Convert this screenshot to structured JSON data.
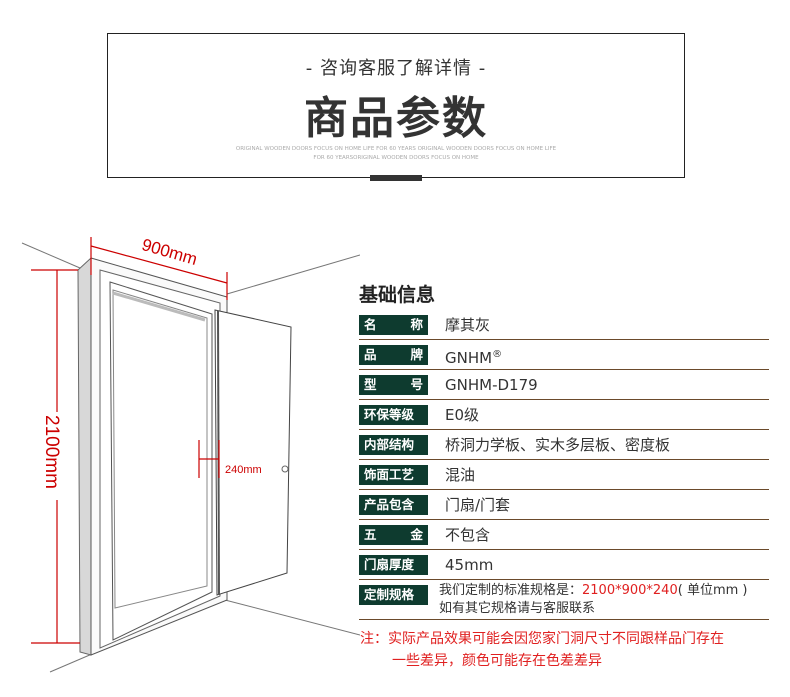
{
  "header": {
    "subtitle": "- 咨询客服了解详情 -",
    "title": "商品参数",
    "english_line1": "ORIGINAL WOODEN DOORS FOCUS ON HOME LIFE FOR 60 YEARS ORIGINAL WOODEN DOORS FOCUS ON HOME LIFE",
    "english_line2": "FOR 60 YEARSORIGINAL WOODEN DOORS FOCUS ON HOME"
  },
  "diagram": {
    "width_label": "900mm",
    "height_label": "2100mm",
    "depth_label": "240mm",
    "accent": "#cc0000"
  },
  "info": {
    "title": "基础信息",
    "rows": [
      {
        "label": [
          "名",
          "称"
        ],
        "value": "摩其灰"
      },
      {
        "label": [
          "品",
          "牌"
        ],
        "value": "GNHM",
        "sup": "®"
      },
      {
        "label": [
          "型",
          "号"
        ],
        "value": "GNHM-D179"
      },
      {
        "label": [
          "环保等级"
        ],
        "value": "E0级"
      },
      {
        "label": [
          "内部结构"
        ],
        "value": "桥洞力学板、实木多层板、密度板"
      },
      {
        "label": [
          "饰面工艺"
        ],
        "value": "混油"
      },
      {
        "label": [
          "产品包含"
        ],
        "value": "门扇/门套"
      },
      {
        "label": [
          "五",
          "金"
        ],
        "value": "不包含"
      },
      {
        "label": [
          "门扇厚度"
        ],
        "value": "45mm"
      }
    ],
    "custom": {
      "label": "定制规格",
      "prefix": "我们定制的标准规格是：",
      "size": "2100*900*240",
      "unit": "( 单位mm )",
      "line2": "如有其它规格请与客服联系"
    },
    "note_line1": "注：实际产品效果可能会因您家门洞尺寸不同跟样品门存在",
    "note_line2": "一些差异，颜色可能存在色差差异"
  },
  "colors": {
    "label_bg": "#0e3b2f",
    "divider": "#6b4a2b",
    "red": "#e02020"
  }
}
